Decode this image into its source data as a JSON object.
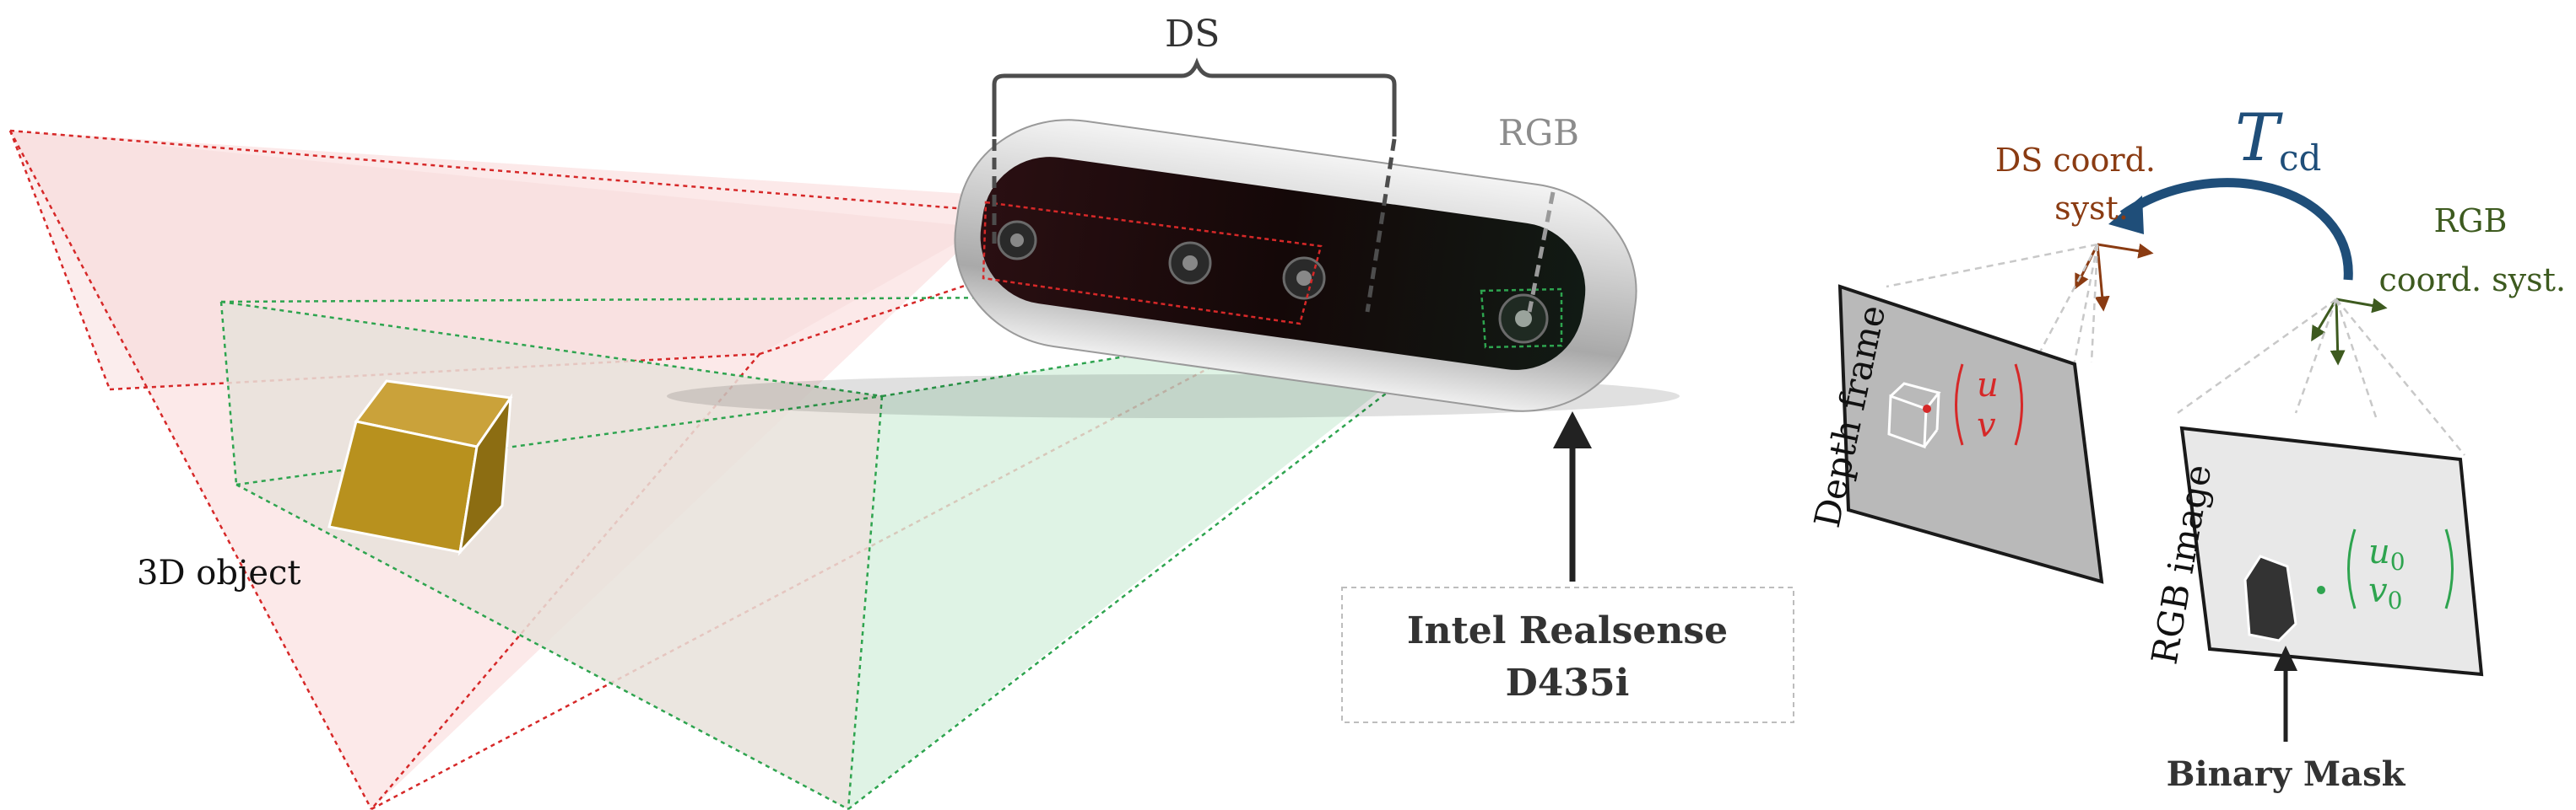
{
  "colors": {
    "red": "#d62828",
    "green": "#2ea44f",
    "brown": "#8a3b12",
    "darkgreen": "#3d5a1f",
    "navy": "#1f4e79",
    "gray": "#7f7f7f",
    "box": "#c9a227",
    "label": "#333333"
  },
  "labels": {
    "ds": "DS",
    "rgb": "RGB",
    "object": "3D object",
    "camera_line1": "Intel Realsense",
    "camera_line2": "D435i",
    "ds_coord_line1": "DS coord.",
    "ds_coord_line2": "syst.",
    "rgb_coord_line1": "RGB",
    "rgb_coord_line2": "coord. syst.",
    "transform_T": "T",
    "transform_sub": "cd",
    "depth_frame": "Depth frame",
    "rgb_image": "RGB image",
    "uv_u": "u",
    "uv_v": "v",
    "uv0_u": "u",
    "uv0_v": "v",
    "uv0_sub": "0",
    "binary_mask": "Binary Mask"
  }
}
